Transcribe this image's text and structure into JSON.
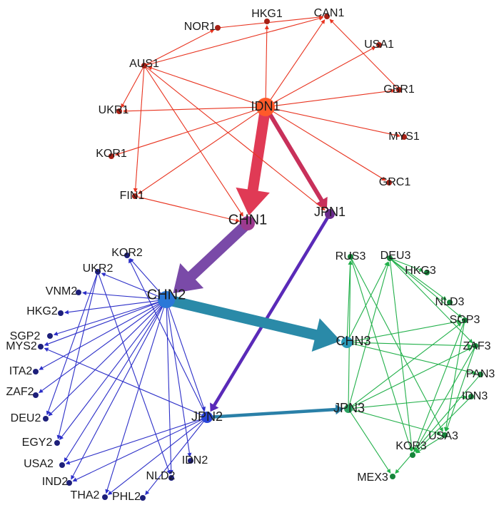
{
  "diagram": {
    "type": "network",
    "nodes": [
      {
        "id": "IDN1",
        "group": 1,
        "big": true
      },
      {
        "id": "HKG1",
        "group": 1
      },
      {
        "id": "NOR1",
        "group": 1
      },
      {
        "id": "CAN1",
        "group": 1
      },
      {
        "id": "USA1",
        "group": 1
      },
      {
        "id": "AUS1",
        "group": 1
      },
      {
        "id": "GBR1",
        "group": 1
      },
      {
        "id": "UKR1",
        "group": 1
      },
      {
        "id": "MYS1",
        "group": 1
      },
      {
        "id": "KOR1",
        "group": 1
      },
      {
        "id": "GRC1",
        "group": 1
      },
      {
        "id": "FIN1",
        "group": 1
      },
      {
        "id": "CHN1",
        "group": 1,
        "big": true
      },
      {
        "id": "JPN1",
        "group": 1,
        "big": true
      },
      {
        "id": "CHN2",
        "group": 2,
        "big": true
      },
      {
        "id": "KOR2",
        "group": 2
      },
      {
        "id": "UKR2",
        "group": 2
      },
      {
        "id": "VNM2",
        "group": 2
      },
      {
        "id": "HKG2",
        "group": 2
      },
      {
        "id": "SGP2",
        "group": 2
      },
      {
        "id": "MYS2",
        "group": 2
      },
      {
        "id": "ITA2",
        "group": 2
      },
      {
        "id": "ZAF2",
        "group": 2
      },
      {
        "id": "DEU2",
        "group": 2
      },
      {
        "id": "EGY2",
        "group": 2
      },
      {
        "id": "USA2",
        "group": 2
      },
      {
        "id": "IND2",
        "group": 2
      },
      {
        "id": "THA2",
        "group": 2
      },
      {
        "id": "PHL2",
        "group": 2
      },
      {
        "id": "NLD2",
        "group": 2
      },
      {
        "id": "IDN2",
        "group": 2
      },
      {
        "id": "JPN2",
        "group": 2,
        "big": true
      },
      {
        "id": "RUS3",
        "group": 3
      },
      {
        "id": "DEU3",
        "group": 3
      },
      {
        "id": "HKG3",
        "group": 3
      },
      {
        "id": "NLD3",
        "group": 3
      },
      {
        "id": "SGP3",
        "group": 3
      },
      {
        "id": "CHN3",
        "group": 3,
        "big": true
      },
      {
        "id": "ZAF3",
        "group": 3
      },
      {
        "id": "PAN3",
        "group": 3
      },
      {
        "id": "JPN3",
        "group": 3,
        "big": true
      },
      {
        "id": "IDN3",
        "group": 3
      },
      {
        "id": "USA3",
        "group": 3
      },
      {
        "id": "KOR3",
        "group": 3
      },
      {
        "id": "MEX3",
        "group": 3
      }
    ],
    "edges": [
      {
        "from": "IDN1",
        "to": "HKG1"
      },
      {
        "from": "IDN1",
        "to": "CAN1"
      },
      {
        "from": "IDN1",
        "to": "USA1"
      },
      {
        "from": "IDN1",
        "to": "GBR1"
      },
      {
        "from": "IDN1",
        "to": "MYS1"
      },
      {
        "from": "IDN1",
        "to": "GRC1"
      },
      {
        "from": "IDN1",
        "to": "UKR1"
      },
      {
        "from": "IDN1",
        "to": "KOR1"
      },
      {
        "from": "IDN1",
        "to": "AUS1"
      },
      {
        "from": "IDN1",
        "to": "FIN1"
      },
      {
        "from": "IDN1",
        "to": "CHN1",
        "weight": 5
      },
      {
        "from": "IDN1",
        "to": "JPN1",
        "weight": 2
      },
      {
        "from": "AUS1",
        "to": "NOR1"
      },
      {
        "from": "AUS1",
        "to": "CAN1"
      },
      {
        "from": "AUS1",
        "to": "UKR1"
      },
      {
        "from": "AUS1",
        "to": "FIN1"
      },
      {
        "from": "AUS1",
        "to": "CHN1"
      },
      {
        "from": "AUS1",
        "to": "JPN1"
      },
      {
        "from": "NOR1",
        "to": "CAN1"
      },
      {
        "from": "GBR1",
        "to": "CAN1"
      },
      {
        "from": "FIN1",
        "to": "CHN1"
      },
      {
        "from": "CHN1",
        "to": "CHN2",
        "weight": 5
      },
      {
        "from": "JPN1",
        "to": "JPN2",
        "weight": 1.5
      },
      {
        "from": "CHN2",
        "to": "CHN3",
        "weight": 5
      },
      {
        "from": "JPN2",
        "to": "JPN3",
        "weight": 1.5
      },
      {
        "from": "CHN2",
        "to": "KOR2"
      },
      {
        "from": "CHN2",
        "to": "UKR2"
      },
      {
        "from": "CHN2",
        "to": "VNM2"
      },
      {
        "from": "CHN2",
        "to": "HKG2"
      },
      {
        "from": "CHN2",
        "to": "SGP2"
      },
      {
        "from": "CHN2",
        "to": "MYS2"
      },
      {
        "from": "CHN2",
        "to": "ITA2"
      },
      {
        "from": "CHN2",
        "to": "ZAF2"
      },
      {
        "from": "CHN2",
        "to": "DEU2"
      },
      {
        "from": "CHN2",
        "to": "EGY2"
      },
      {
        "from": "CHN2",
        "to": "USA2"
      },
      {
        "from": "CHN2",
        "to": "IND2"
      },
      {
        "from": "CHN2",
        "to": "THA2"
      },
      {
        "from": "CHN2",
        "to": "NLD2"
      },
      {
        "from": "CHN2",
        "to": "IDN2"
      },
      {
        "from": "CHN2",
        "to": "JPN2"
      },
      {
        "from": "JPN2",
        "to": "KOR2"
      },
      {
        "from": "JPN2",
        "to": "MYS2"
      },
      {
        "from": "JPN2",
        "to": "USA2"
      },
      {
        "from": "JPN2",
        "to": "IND2"
      },
      {
        "from": "JPN2",
        "to": "THA2"
      },
      {
        "from": "JPN2",
        "to": "PHL2"
      },
      {
        "from": "UKR2",
        "to": "DEU2"
      },
      {
        "from": "UKR2",
        "to": "EGY2"
      },
      {
        "from": "UKR2",
        "to": "NLD2"
      },
      {
        "from": "CHN3",
        "to": "RUS3"
      },
      {
        "from": "CHN3",
        "to": "DEU3"
      },
      {
        "from": "CHN3",
        "to": "SGP3"
      },
      {
        "from": "CHN3",
        "to": "ZAF3"
      },
      {
        "from": "CHN3",
        "to": "PAN3"
      },
      {
        "from": "JPN3",
        "to": "RUS3"
      },
      {
        "from": "JPN3",
        "to": "DEU3"
      },
      {
        "from": "JPN3",
        "to": "SGP3"
      },
      {
        "from": "JPN3",
        "to": "ZAF3"
      },
      {
        "from": "JPN3",
        "to": "IDN3"
      },
      {
        "from": "JPN3",
        "to": "USA3"
      },
      {
        "from": "JPN3",
        "to": "MEX3"
      },
      {
        "from": "DEU3",
        "to": "HKG3"
      },
      {
        "from": "DEU3",
        "to": "NLD3"
      },
      {
        "from": "DEU3",
        "to": "SGP3"
      },
      {
        "from": "DEU3",
        "to": "ZAF3"
      },
      {
        "from": "SGP3",
        "to": "USA3"
      },
      {
        "from": "SGP3",
        "to": "KOR3"
      },
      {
        "from": "ZAF3",
        "to": "USA3"
      },
      {
        "from": "ZAF3",
        "to": "KOR3"
      },
      {
        "from": "PAN3",
        "to": "MEX3"
      },
      {
        "from": "IDN3",
        "to": "KOR3"
      },
      {
        "from": "USA3",
        "to": "KOR3"
      },
      {
        "from": "RUS3",
        "to": "USA3"
      },
      {
        "from": "RUS3",
        "to": "KOR3"
      },
      {
        "from": "DEU3",
        "to": "KOR3"
      }
    ],
    "colors": {
      "group1": "#e8331f",
      "group1_node": "#a51f14",
      "group2": "#2c2fc8",
      "group2_node": "#1d1f7a",
      "group3": "#22b04a",
      "group3_node": "#16843a",
      "idn1_node": "#ff5a2a",
      "chn1_node": "#9c3a8f",
      "jpn1_node": "#6a2a8c",
      "chn2_node": "#2a78d8",
      "jpn2_node": "#2a45d8",
      "chn3_node": "#2a9ab8",
      "jpn3_node": "#2aa060",
      "idn1_chn1_edge": "#e03a55",
      "idn1_jpn1_edge": "#c8305a",
      "chn1_chn2_edge": "#7a4aa8",
      "jpn1_jpn2_edge": "#5a2ab8",
      "chn2_chn3_edge": "#2a8aa8",
      "jpn2_jpn3_edge": "#2a80a8"
    }
  }
}
